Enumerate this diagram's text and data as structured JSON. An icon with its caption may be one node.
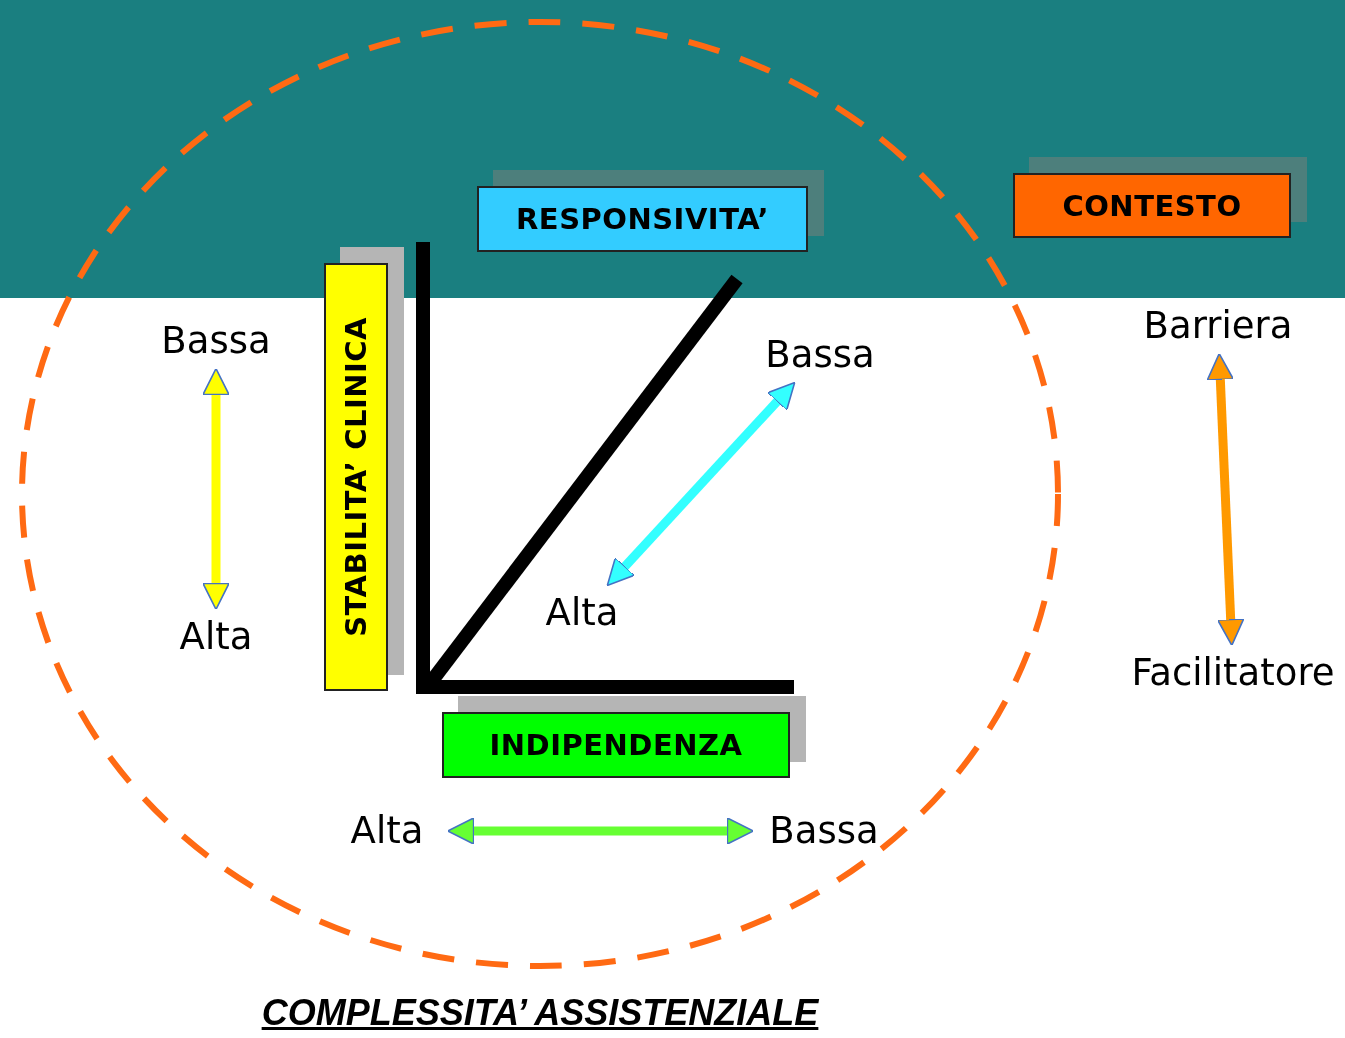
{
  "diagram": {
    "caption": "COMPLESSITA’ ASSISTENZIALE",
    "nodes": [
      {
        "text": [
          "RESPONSIVITA’"
        ]
      },
      {
        "text": [
          "CONTESTO"
        ]
      },
      {
        "text": [
          "STABILITA’ CLINICA"
        ]
      },
      {
        "text": [
          "INDIPENDENZA"
        ]
      },
      {
        "text": [
          "Bassa"
        ]
      },
      {
        "text": [
          "Alta"
        ]
      },
      {
        "text": [
          "Bassa"
        ]
      },
      {
        "text": [
          "Alta"
        ]
      },
      {
        "text": [
          "Barriera"
        ]
      },
      {
        "text": [
          "Facilitatore"
        ]
      },
      {
        "text": [
          "Alta"
        ]
      },
      {
        "text": [
          "Bassa"
        ]
      }
    ],
    "edges": [
      {
        "from": 4,
        "to": 5,
        "arrow": "both",
        "color": "#ffff00"
      },
      {
        "from": 6,
        "to": 7,
        "arrow": "both",
        "color": "#33ffff"
      },
      {
        "from": 8,
        "to": 9,
        "arrow": "both",
        "color": "#ff9900"
      },
      {
        "from": 10,
        "to": 11,
        "arrow": "both",
        "color": "#66ff33"
      }
    ]
  }
}
